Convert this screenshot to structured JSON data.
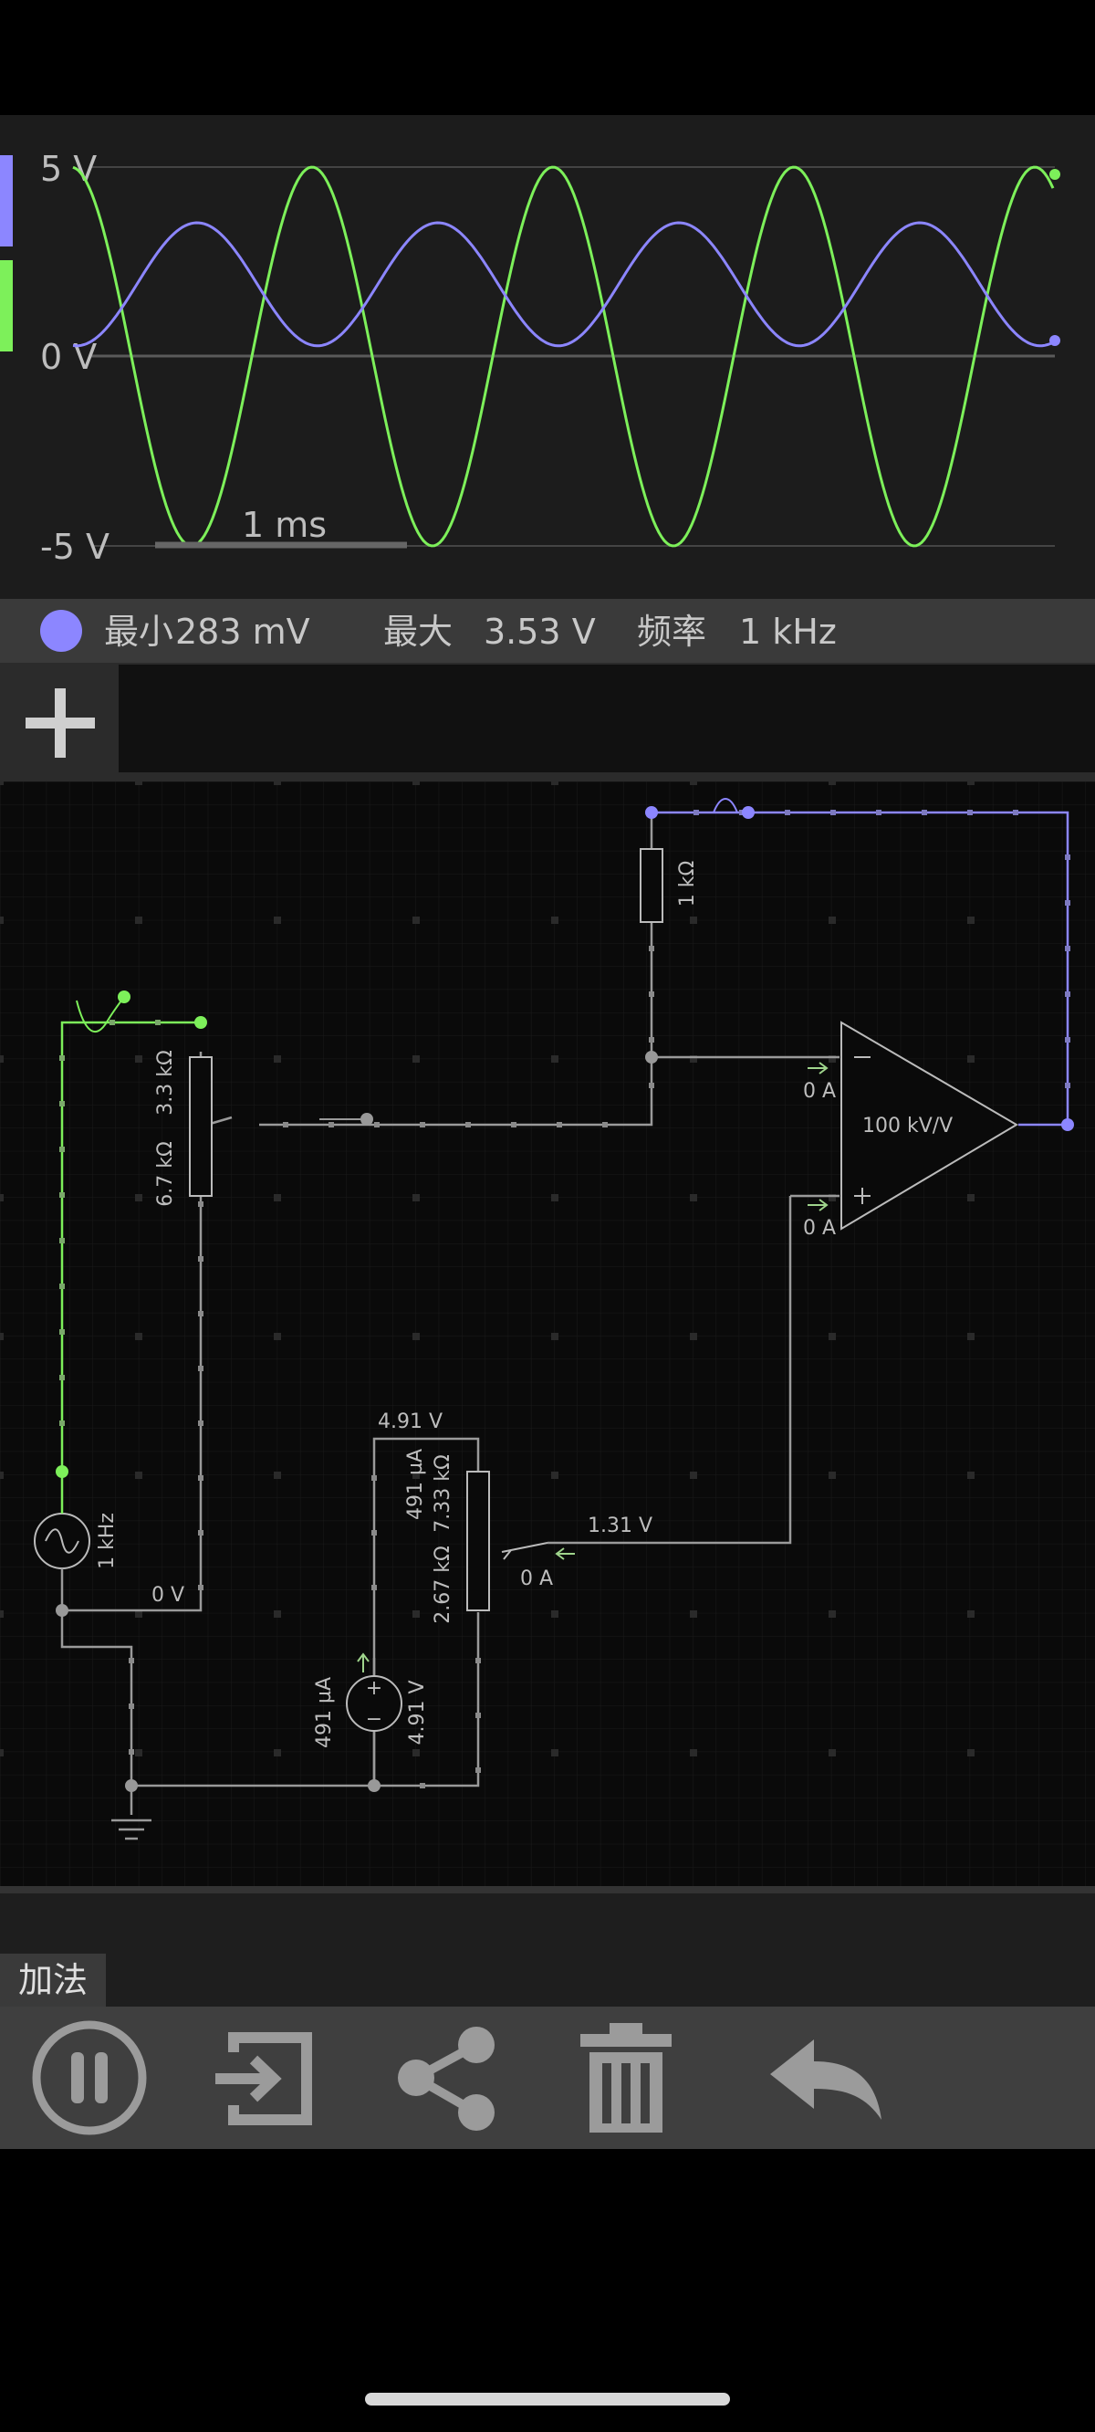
{
  "scope": {
    "y_labels": [
      "5 V",
      "0 V",
      "-5 V"
    ],
    "time_scale": "1 ms",
    "channel_colors": {
      "voltage": "#8c86ff",
      "current": "#7df05a"
    }
  },
  "chart_data": {
    "type": "line",
    "ylim": [
      -5,
      5
    ],
    "y_tick_labels": [
      "5 V",
      "0 V",
      "-5 V"
    ],
    "x_scale_bar": "1 ms",
    "grid": true,
    "series": [
      {
        "color": "#8c86ff",
        "waveform": "sine",
        "min": 0.283,
        "max": 3.53,
        "frequency_hz": 1000
      },
      {
        "color": "#7df05a",
        "waveform": "sine",
        "min": -5.0,
        "max": 5.0,
        "frequency_hz": 1000
      }
    ]
  },
  "info": {
    "min_label": "最小",
    "min_value": "283 mV",
    "max_label": "最大",
    "max_value": "3.53 V",
    "freq_label": "频率",
    "freq_value": "1 kHz"
  },
  "circuit": {
    "r_feedback": "1 kΩ",
    "pot_top": "3.3 kΩ",
    "pot_bottom": "6.7 kΩ",
    "opamp_gain": "100 kV/V",
    "opamp_in_minus_current": "0 A",
    "opamp_in_plus_current": "0 A",
    "source_freq": "1 kHz",
    "ground_node_voltage": "0 V",
    "divider_top_voltage": "4.91 V",
    "divider_current": "491 µA",
    "divider_top_r": "7.33 kΩ",
    "divider_bottom_r": "2.67 kΩ",
    "divider_wiper_voltage": "1.31 V",
    "divider_wiper_current": "0 A",
    "dc_source_current": "491 µA",
    "dc_source_voltage": "4.91 V"
  },
  "circuit_name": "加法",
  "toolbar": {
    "icons": [
      "pause-icon",
      "export-icon",
      "share-icon",
      "trash-icon",
      "undo-icon"
    ]
  }
}
